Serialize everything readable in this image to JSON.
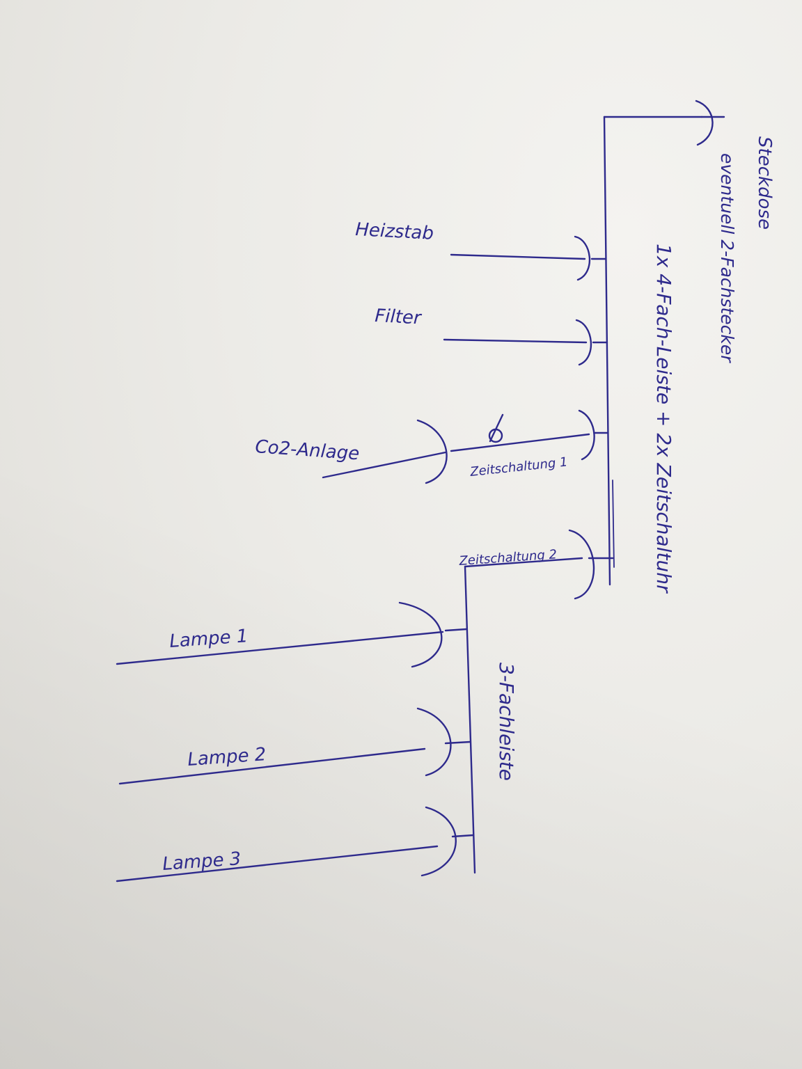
{
  "diagram": {
    "labels": {
      "steckdose": "Steckdose",
      "eventuell": "eventuell 2-Fachstecker",
      "leiste4": "1x 4-Fach-Leiste  + 2x Zeitschaltuhr",
      "heizstab": "Heizstab",
      "filter": "Filter",
      "co2": "Co2-Anlage",
      "zeit1": "Zeitschaltung 1",
      "zeit2": "Zeitschaltung 2",
      "lampe1": "Lampe 1",
      "lampe2": "Lampe 2",
      "lampe3": "Lampe 3",
      "leiste3": "3-Fachleiste"
    },
    "colors": {
      "ink": "#2e2a8c",
      "paper": "#ecebe7"
    }
  }
}
